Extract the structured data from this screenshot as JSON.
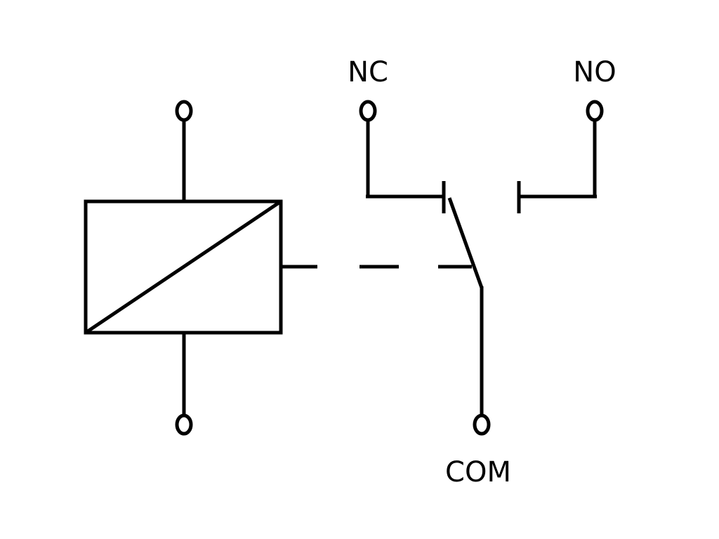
{
  "diagram": {
    "labels": {
      "nc": "NC",
      "no": "NO",
      "com": "COM"
    },
    "colors": {
      "stroke": "#000000",
      "background": "#ffffff"
    }
  }
}
